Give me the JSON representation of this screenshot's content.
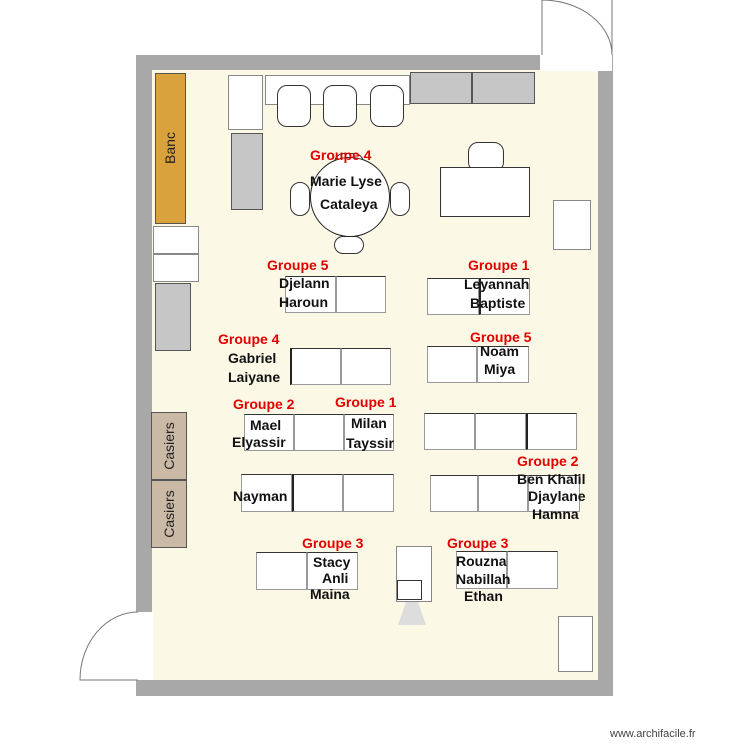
{
  "furniture_labels": {
    "bench": "Banc",
    "lockers_1": "Casiers",
    "lockers_2": "Casiers"
  },
  "tables": [
    {
      "group": "Groupe 4",
      "names": [
        "Marie Lyse",
        "Cataleya"
      ]
    },
    {
      "group": "Groupe 5",
      "names": [
        "Djelann",
        "Haroun"
      ]
    },
    {
      "group": "Groupe 1",
      "names": [
        "Leyannah",
        "Baptiste"
      ]
    },
    {
      "group": "Groupe 4",
      "names": [
        "Gabriel",
        "Laiyane"
      ]
    },
    {
      "group": "Groupe 5",
      "names": [
        "Noam",
        "Miya"
      ]
    },
    {
      "group": "Groupe 2",
      "names": [
        "Mael",
        "Elyassir"
      ]
    },
    {
      "group": "Groupe 1",
      "names": [
        "Milan",
        "Tayssir"
      ]
    },
    {
      "group": "Groupe 2",
      "names": [
        "Ben Khalil",
        "Djaylane",
        "Hamna"
      ]
    },
    {
      "group": "",
      "names": [
        "Nayman"
      ]
    },
    {
      "group": "Groupe 3",
      "names": [
        "Stacy",
        "Anli",
        "Maina"
      ]
    },
    {
      "group": "Groupe 3",
      "names": [
        "Rouzna",
        "Nabillah",
        "Ethan"
      ]
    }
  ],
  "colors": {
    "group_label": "#e00000",
    "floor": "#fbf8e6",
    "wall": "#a8a8a8",
    "bench": "#d9a23c",
    "lockers": "#c9b9a5"
  },
  "watermark": "www.archifacile.fr"
}
